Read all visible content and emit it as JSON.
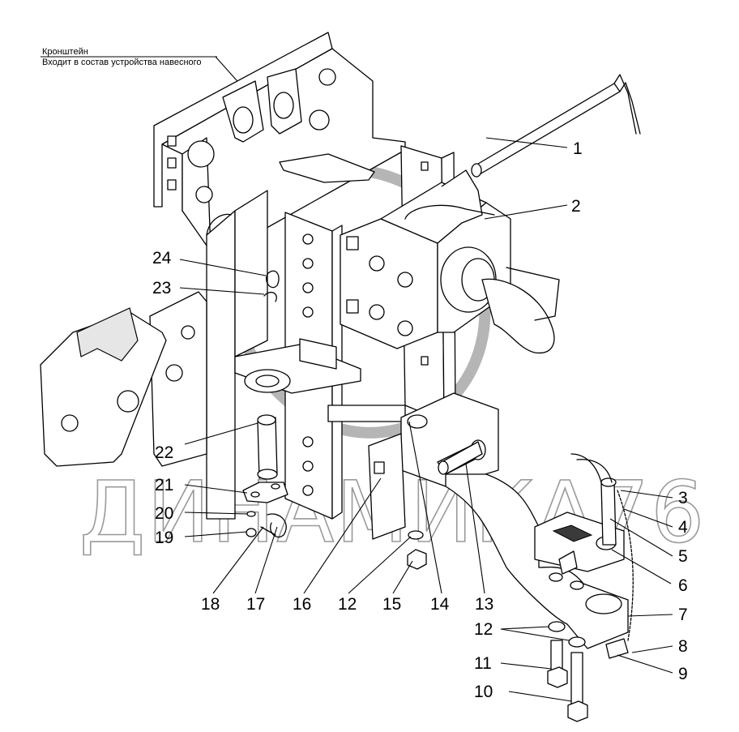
{
  "note": {
    "line1": "Кронштейн",
    "line2": "Входит в состав устройства навесного"
  },
  "watermark": "ДИНАМИКА76",
  "callouts": [
    "1",
    "2",
    "3",
    "4",
    "5",
    "6",
    "7",
    "8",
    "9",
    "10",
    "11",
    "12",
    "12",
    "13",
    "14",
    "15",
    "16",
    "17",
    "18",
    "19",
    "20",
    "21",
    "22",
    "23",
    "24"
  ]
}
